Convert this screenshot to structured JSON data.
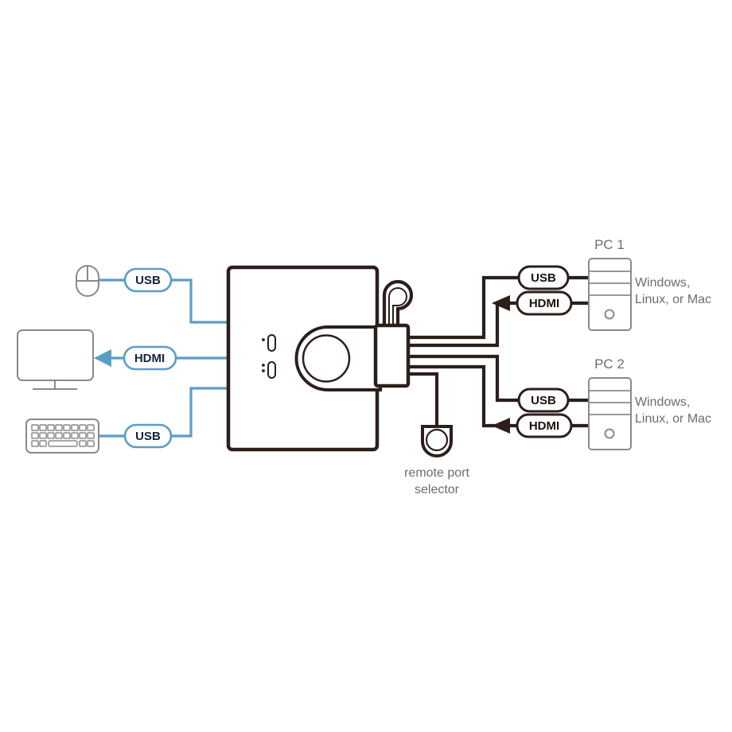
{
  "diagram": {
    "title": "KVM switch connection diagram",
    "colors": {
      "cable_blue": "#5b9ec4",
      "pill_border_blue": "#5b9ec4",
      "pill_text_navy": "#13243a",
      "device_gray": "#8a8a8a",
      "switch_outline": "#2b1f1c",
      "cable_black": "#2b1f1c",
      "label_gray": "#6d6d6d",
      "background": "#ffffff"
    },
    "peripherals": [
      {
        "id": "mouse",
        "icon": "mouse-icon",
        "connector_label": "USB"
      },
      {
        "id": "monitor",
        "icon": "monitor-icon",
        "connector_label": "HDMI"
      },
      {
        "id": "keyboard",
        "icon": "keyboard-icon",
        "connector_label": "USB"
      }
    ],
    "switch": {
      "name": "kvm-switch",
      "led_count": 2,
      "port_button": "port-select-button"
    },
    "remote_selector": {
      "label_line1": "remote port",
      "label_line2": "selector"
    },
    "computers": [
      {
        "id": "pc1",
        "title": "PC 1",
        "os_line1": "Windows,",
        "os_line2": "Linux, or Mac",
        "connectors": [
          "USB",
          "HDMI"
        ]
      },
      {
        "id": "pc2",
        "title": "PC 2",
        "os_line1": "Windows,",
        "os_line2": "Linux, or Mac",
        "connectors": [
          "USB",
          "HDMI"
        ]
      }
    ]
  }
}
